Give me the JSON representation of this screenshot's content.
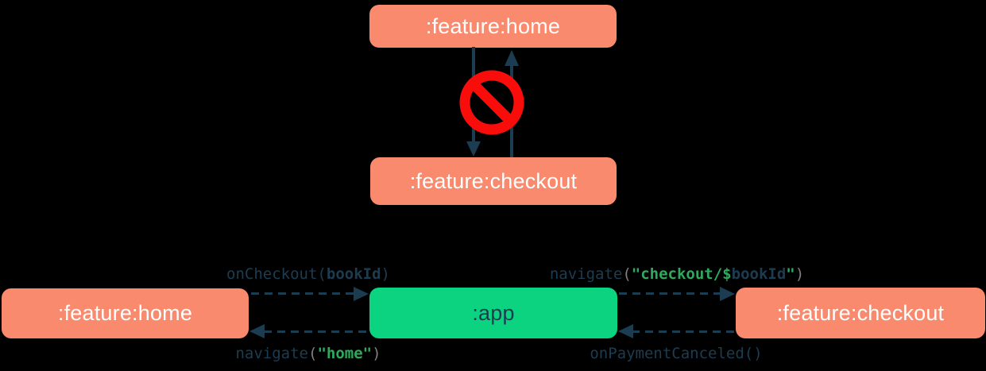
{
  "colors": {
    "background": "#000000",
    "feature_box": "#F98A6D",
    "app_box": "#0BD37F",
    "box_text": "#FFFFFF",
    "navy": "#1C3D51",
    "green": "#2FA95E",
    "gray": "#7F7F7F",
    "red": "#F90D0B"
  },
  "top_diagram": {
    "home_module": ":feature:home",
    "checkout_module": ":feature:checkout",
    "forbidden_icon": "no-entry"
  },
  "bottom_diagram": {
    "home_module": ":feature:home",
    "app_module": ":app",
    "checkout_module": ":feature:checkout",
    "labels": {
      "on_checkout": [
        {
          "text": "onCheckout(",
          "color": "navy"
        },
        {
          "text": "bookId",
          "color": "navy",
          "bold": true
        },
        {
          "text": ")",
          "color": "navy"
        }
      ],
      "navigate_checkout": [
        {
          "text": "navigate",
          "color": "navy"
        },
        {
          "text": "(",
          "color": "gray"
        },
        {
          "text": "\"checkout/$",
          "color": "green",
          "bold": true
        },
        {
          "text": "bookId",
          "color": "navy",
          "bold": true
        },
        {
          "text": "\"",
          "color": "green",
          "bold": true
        },
        {
          "text": ")",
          "color": "gray"
        }
      ],
      "navigate_home": [
        {
          "text": "navigate",
          "color": "navy"
        },
        {
          "text": "(",
          "color": "gray"
        },
        {
          "text": "\"home\"",
          "color": "green",
          "bold": true
        },
        {
          "text": ")",
          "color": "gray"
        }
      ],
      "on_payment_canceled": [
        {
          "text": "onPaymentCanceled()",
          "color": "navy"
        }
      ]
    }
  }
}
